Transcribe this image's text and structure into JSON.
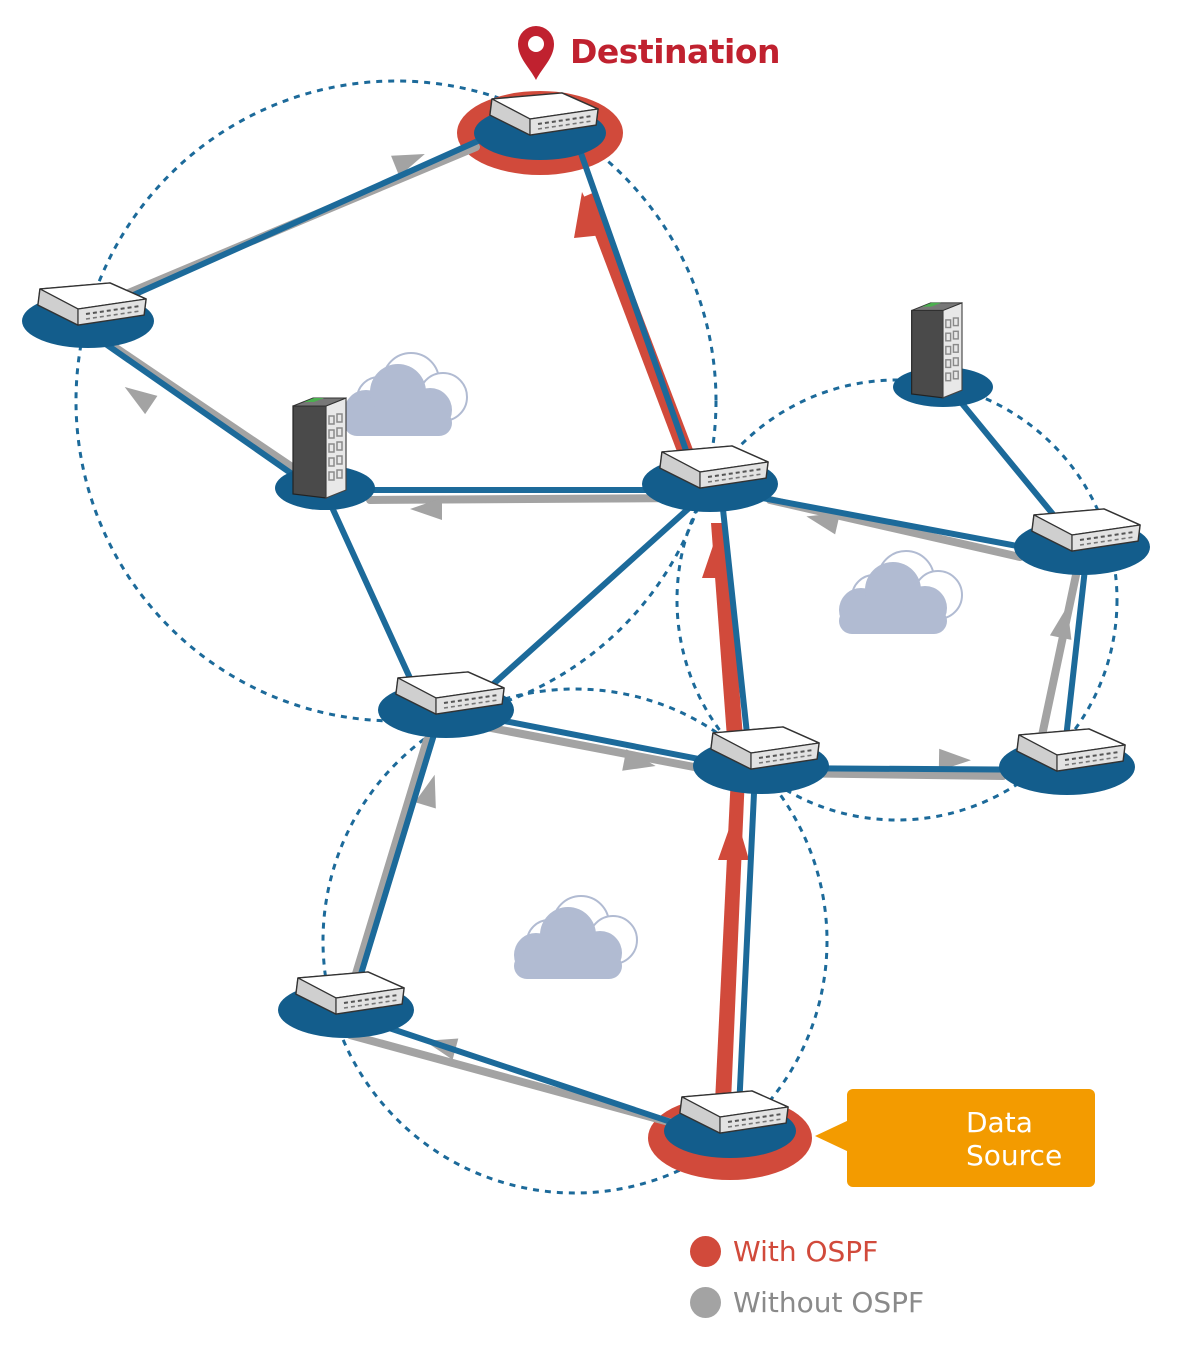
{
  "title": "Destination",
  "data_source": {
    "line1": "Data",
    "line2": "Source"
  },
  "legend": [
    {
      "label": "With OSPF",
      "color": "#d14a3b"
    },
    {
      "label": "Without OSPF",
      "color": "#a3a3a3"
    }
  ],
  "colors": {
    "link": "#1c6a9a",
    "ospf_path": "#d14a3b",
    "non_ospf_path": "#a3a3a3",
    "highlight_ring": "#d14a3b",
    "node_base": "#135d8c",
    "cloud": "#b1bbd2",
    "accent_orange": "#f39b00",
    "destination_red": "#c0212f"
  }
}
